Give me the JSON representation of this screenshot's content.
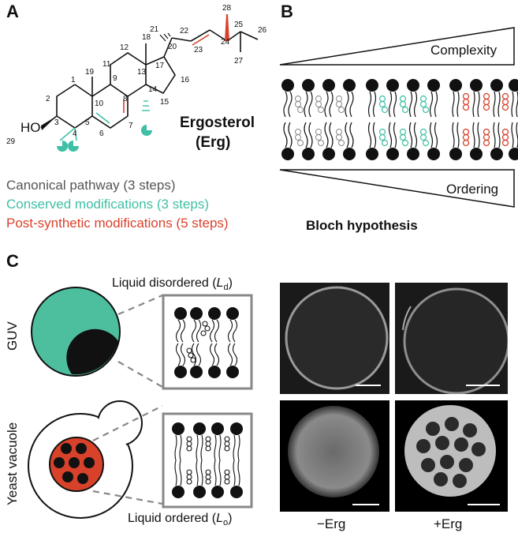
{
  "panels": {
    "a": "A",
    "b": "B",
    "c": "C"
  },
  "molecule": {
    "name": "Ergosterol",
    "abbrev": "(Erg)",
    "hydroxyl": "HO",
    "atom_numbers": [
      "1",
      "2",
      "3",
      "4",
      "5",
      "6",
      "7",
      "8",
      "9",
      "10",
      "11",
      "12",
      "13",
      "14",
      "15",
      "16",
      "17",
      "18",
      "19",
      "20",
      "21",
      "22",
      "23",
      "24",
      "25",
      "26",
      "27",
      "28",
      "29"
    ]
  },
  "legend": {
    "canonical": "Canonical pathway (3 steps)",
    "conserved": "Conserved modifications (3 steps)",
    "post_synthetic": "Post-synthetic modifications (5 steps)"
  },
  "bloch": {
    "complexity": "Complexity",
    "ordering": "Ordering",
    "hypothesis": "Bloch hypothesis"
  },
  "panel_c": {
    "guv": "GUV",
    "yeast_vacuole": "Yeast vacuole",
    "ld_label_prefix": "Liquid disordered (",
    "ld_symbol": "L",
    "ld_sub": "d",
    "lo_label_prefix": "Liquid ordered (",
    "lo_symbol": "L",
    "lo_sub": "o",
    "label_suffix": ")",
    "minus_erg": "−Erg",
    "plus_erg": "+Erg"
  },
  "colors": {
    "canonical": "#555555",
    "conserved": "#3fbfa5",
    "post_synthetic": "#d9412b",
    "teal_fill": "#4dbf9f",
    "red_fill": "#d8412a"
  }
}
